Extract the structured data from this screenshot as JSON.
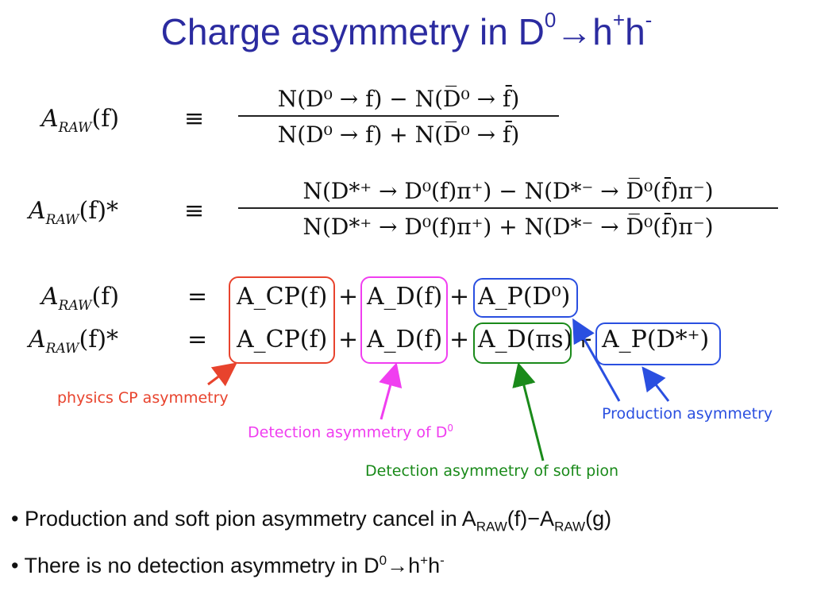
{
  "slide": {
    "title_main": "Charge asymmetry in D",
    "title_sup0": "0",
    "title_arrow": "→",
    "title_h1": "h",
    "title_sup_plus": "+",
    "title_h2": "h",
    "title_sup_minus": "-"
  },
  "equations": {
    "eq1": {
      "lhs_A": "A",
      "lhs_sub": "RAW",
      "lhs_arg": "(f)",
      "rel": "≡",
      "numerator": "N(D⁰ → f) − N(D̅⁰ → f̄)",
      "denominator": "N(D⁰ → f) + N(D̅⁰ → f̄)"
    },
    "eq2": {
      "lhs_A": "A",
      "lhs_sub": "RAW",
      "lhs_arg": "(f)*",
      "rel": "≡",
      "numerator": "N(D*⁺ → D⁰(f)π⁺) − N(D*⁻ → D̅⁰(f̄)π⁻)",
      "denominator": "N(D*⁺ → D⁰(f)π⁺) + N(D*⁻ → D̅⁰(f̄)π⁻)"
    },
    "eq3": {
      "lhs_A": "A",
      "lhs_sub": "RAW",
      "lhs_arg": "(f)",
      "rel": "=",
      "term1": "A_CP(f)",
      "term2": "A_D(f)",
      "term3": "A_P(D⁰)",
      "plus": "+"
    },
    "eq4": {
      "lhs_A": "A",
      "lhs_sub": "RAW",
      "lhs_arg": "(f)*",
      "rel": "=",
      "term1": "A_CP(f)",
      "term2": "A_D(f)",
      "term3": "A_D(πs)",
      "term4": "A_P(D*⁺)",
      "plus": "+"
    }
  },
  "annotations": {
    "physics_cp": "physics CP asymmetry",
    "detection_d0": "Detection asymmetry of D",
    "detection_d0_sup": "0",
    "detection_soft_pion": "Detection asymmetry of soft pion",
    "production": "Production asymmetry"
  },
  "colors": {
    "title": "#2b2ba0",
    "physics_cp": "#e8432d",
    "detection_d0": "#f03ef0",
    "detection_soft_pion": "#1a8a1a",
    "production": "#2a4fe0"
  },
  "bullets": {
    "b1_text": "Production and soft pion asymmetry cancel in A",
    "b1_sub1": "RAW",
    "b1_mid": "(f)−A",
    "b1_sub2": "RAW",
    "b1_end": "(g)",
    "b2_text": "There is no detection asymmetry in D",
    "b2_sup0": "0",
    "b2_arrow": "→",
    "b2_h1": "h",
    "b2_plus": "+",
    "b2_h2": "h",
    "b2_minus": "-",
    "bullet_char": "•"
  }
}
